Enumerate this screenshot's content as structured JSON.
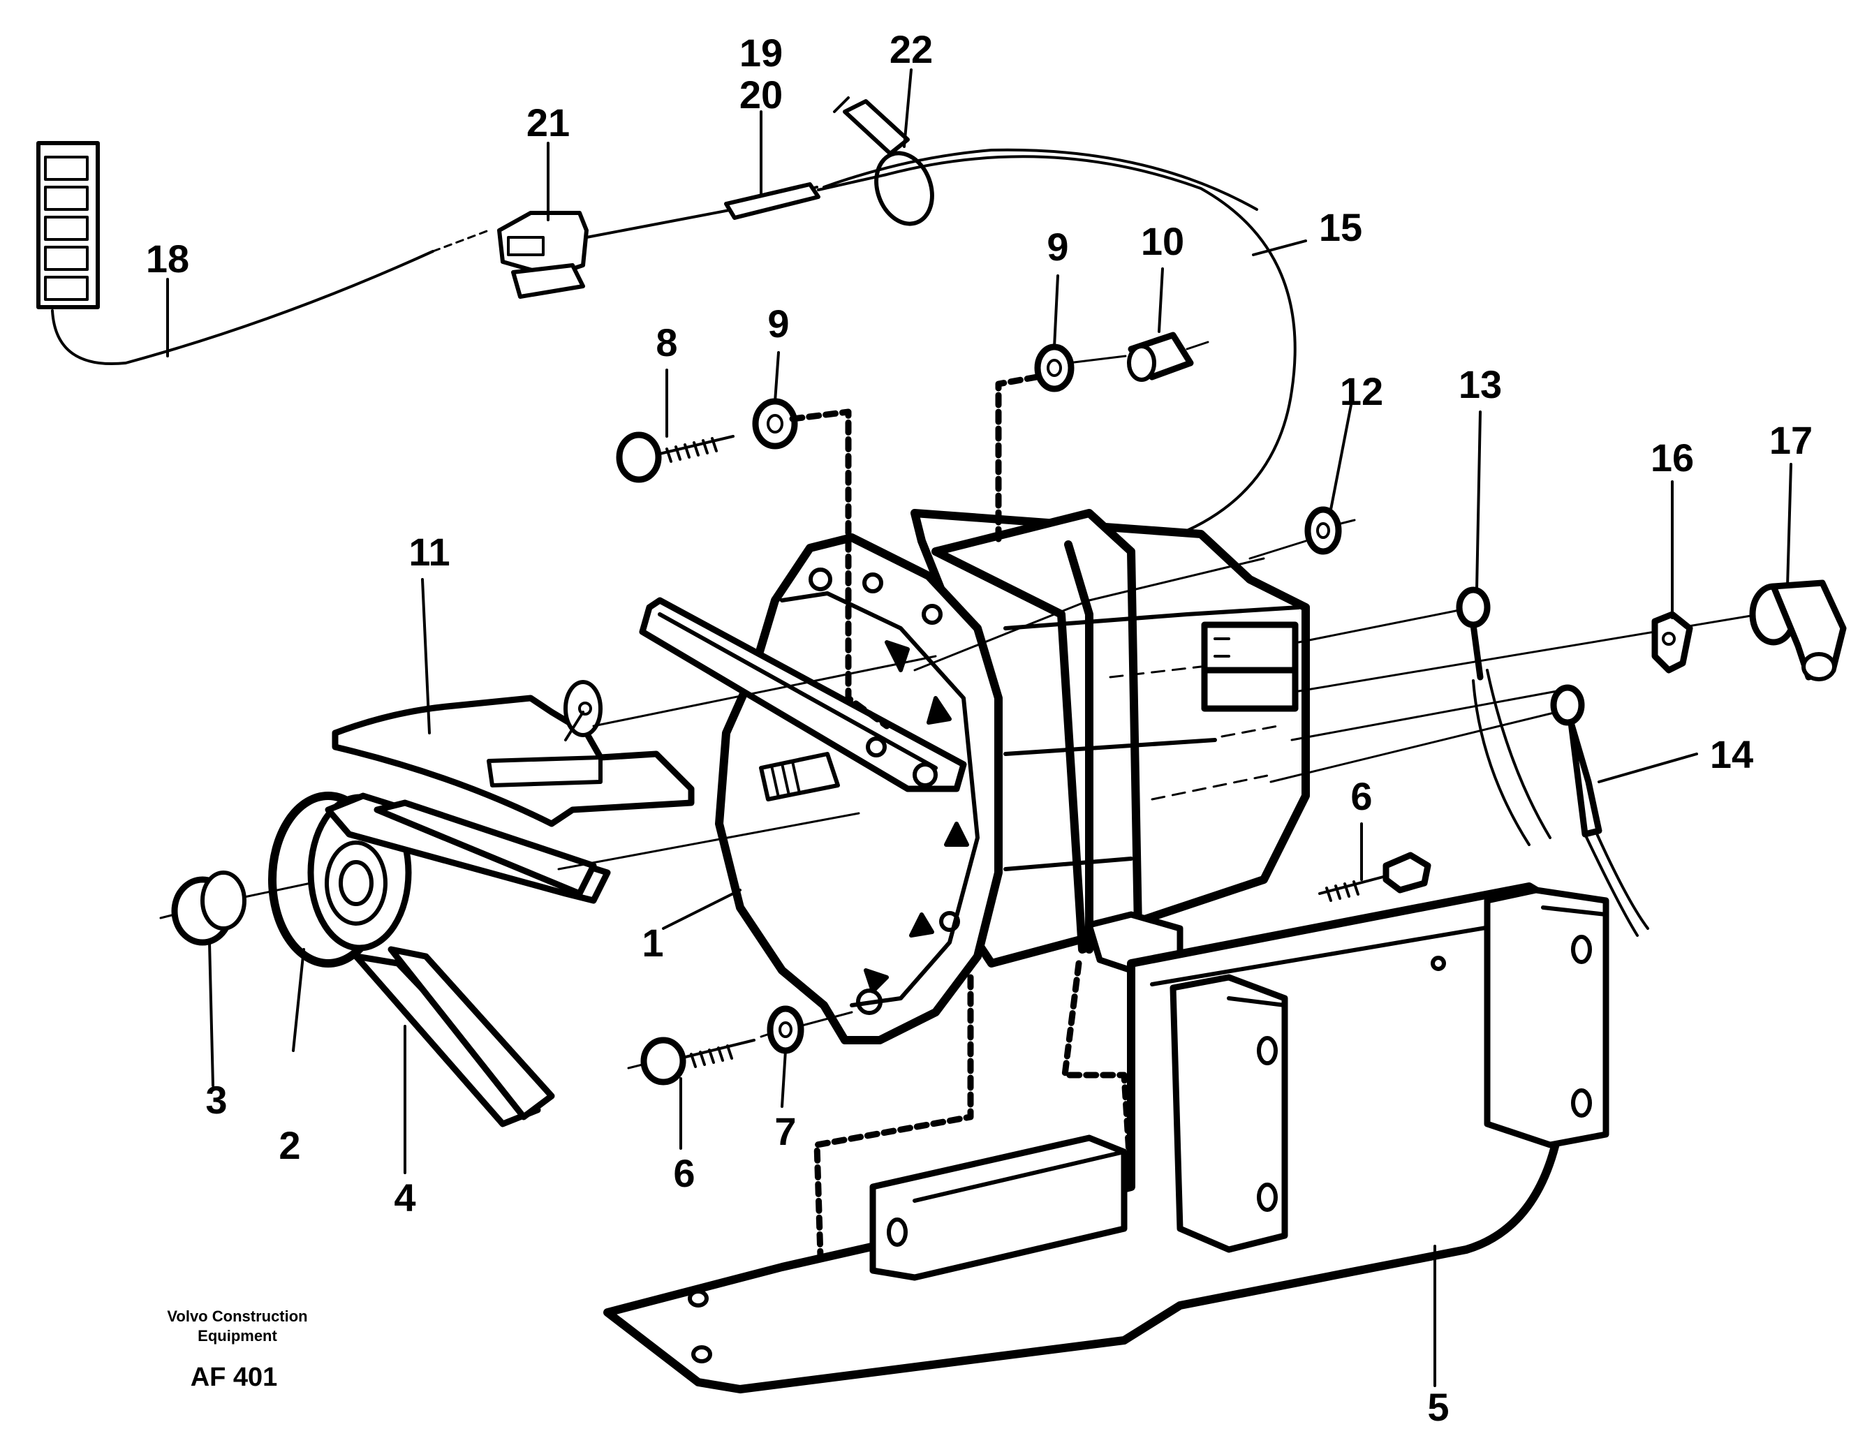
{
  "diagram": {
    "callouts": [
      {
        "id": "1",
        "label": "1"
      },
      {
        "id": "2",
        "label": "2"
      },
      {
        "id": "3",
        "label": "3"
      },
      {
        "id": "4",
        "label": "4"
      },
      {
        "id": "5",
        "label": "5"
      },
      {
        "id": "6a",
        "label": "6"
      },
      {
        "id": "6b",
        "label": "6"
      },
      {
        "id": "7",
        "label": "7"
      },
      {
        "id": "8",
        "label": "8"
      },
      {
        "id": "9a",
        "label": "9"
      },
      {
        "id": "9b",
        "label": "9"
      },
      {
        "id": "10",
        "label": "10"
      },
      {
        "id": "11",
        "label": "11"
      },
      {
        "id": "12",
        "label": "12"
      },
      {
        "id": "13",
        "label": "13"
      },
      {
        "id": "14",
        "label": "14"
      },
      {
        "id": "15",
        "label": "15"
      },
      {
        "id": "16",
        "label": "16"
      },
      {
        "id": "17",
        "label": "17"
      },
      {
        "id": "18",
        "label": "18"
      },
      {
        "id": "19",
        "label": "19"
      },
      {
        "id": "20",
        "label": "20"
      },
      {
        "id": "21",
        "label": "21"
      },
      {
        "id": "22",
        "label": "22"
      }
    ]
  },
  "footer": {
    "brand_line1": "Volvo Construction",
    "brand_line2": "Equipment",
    "figure_code": "AF 401"
  }
}
